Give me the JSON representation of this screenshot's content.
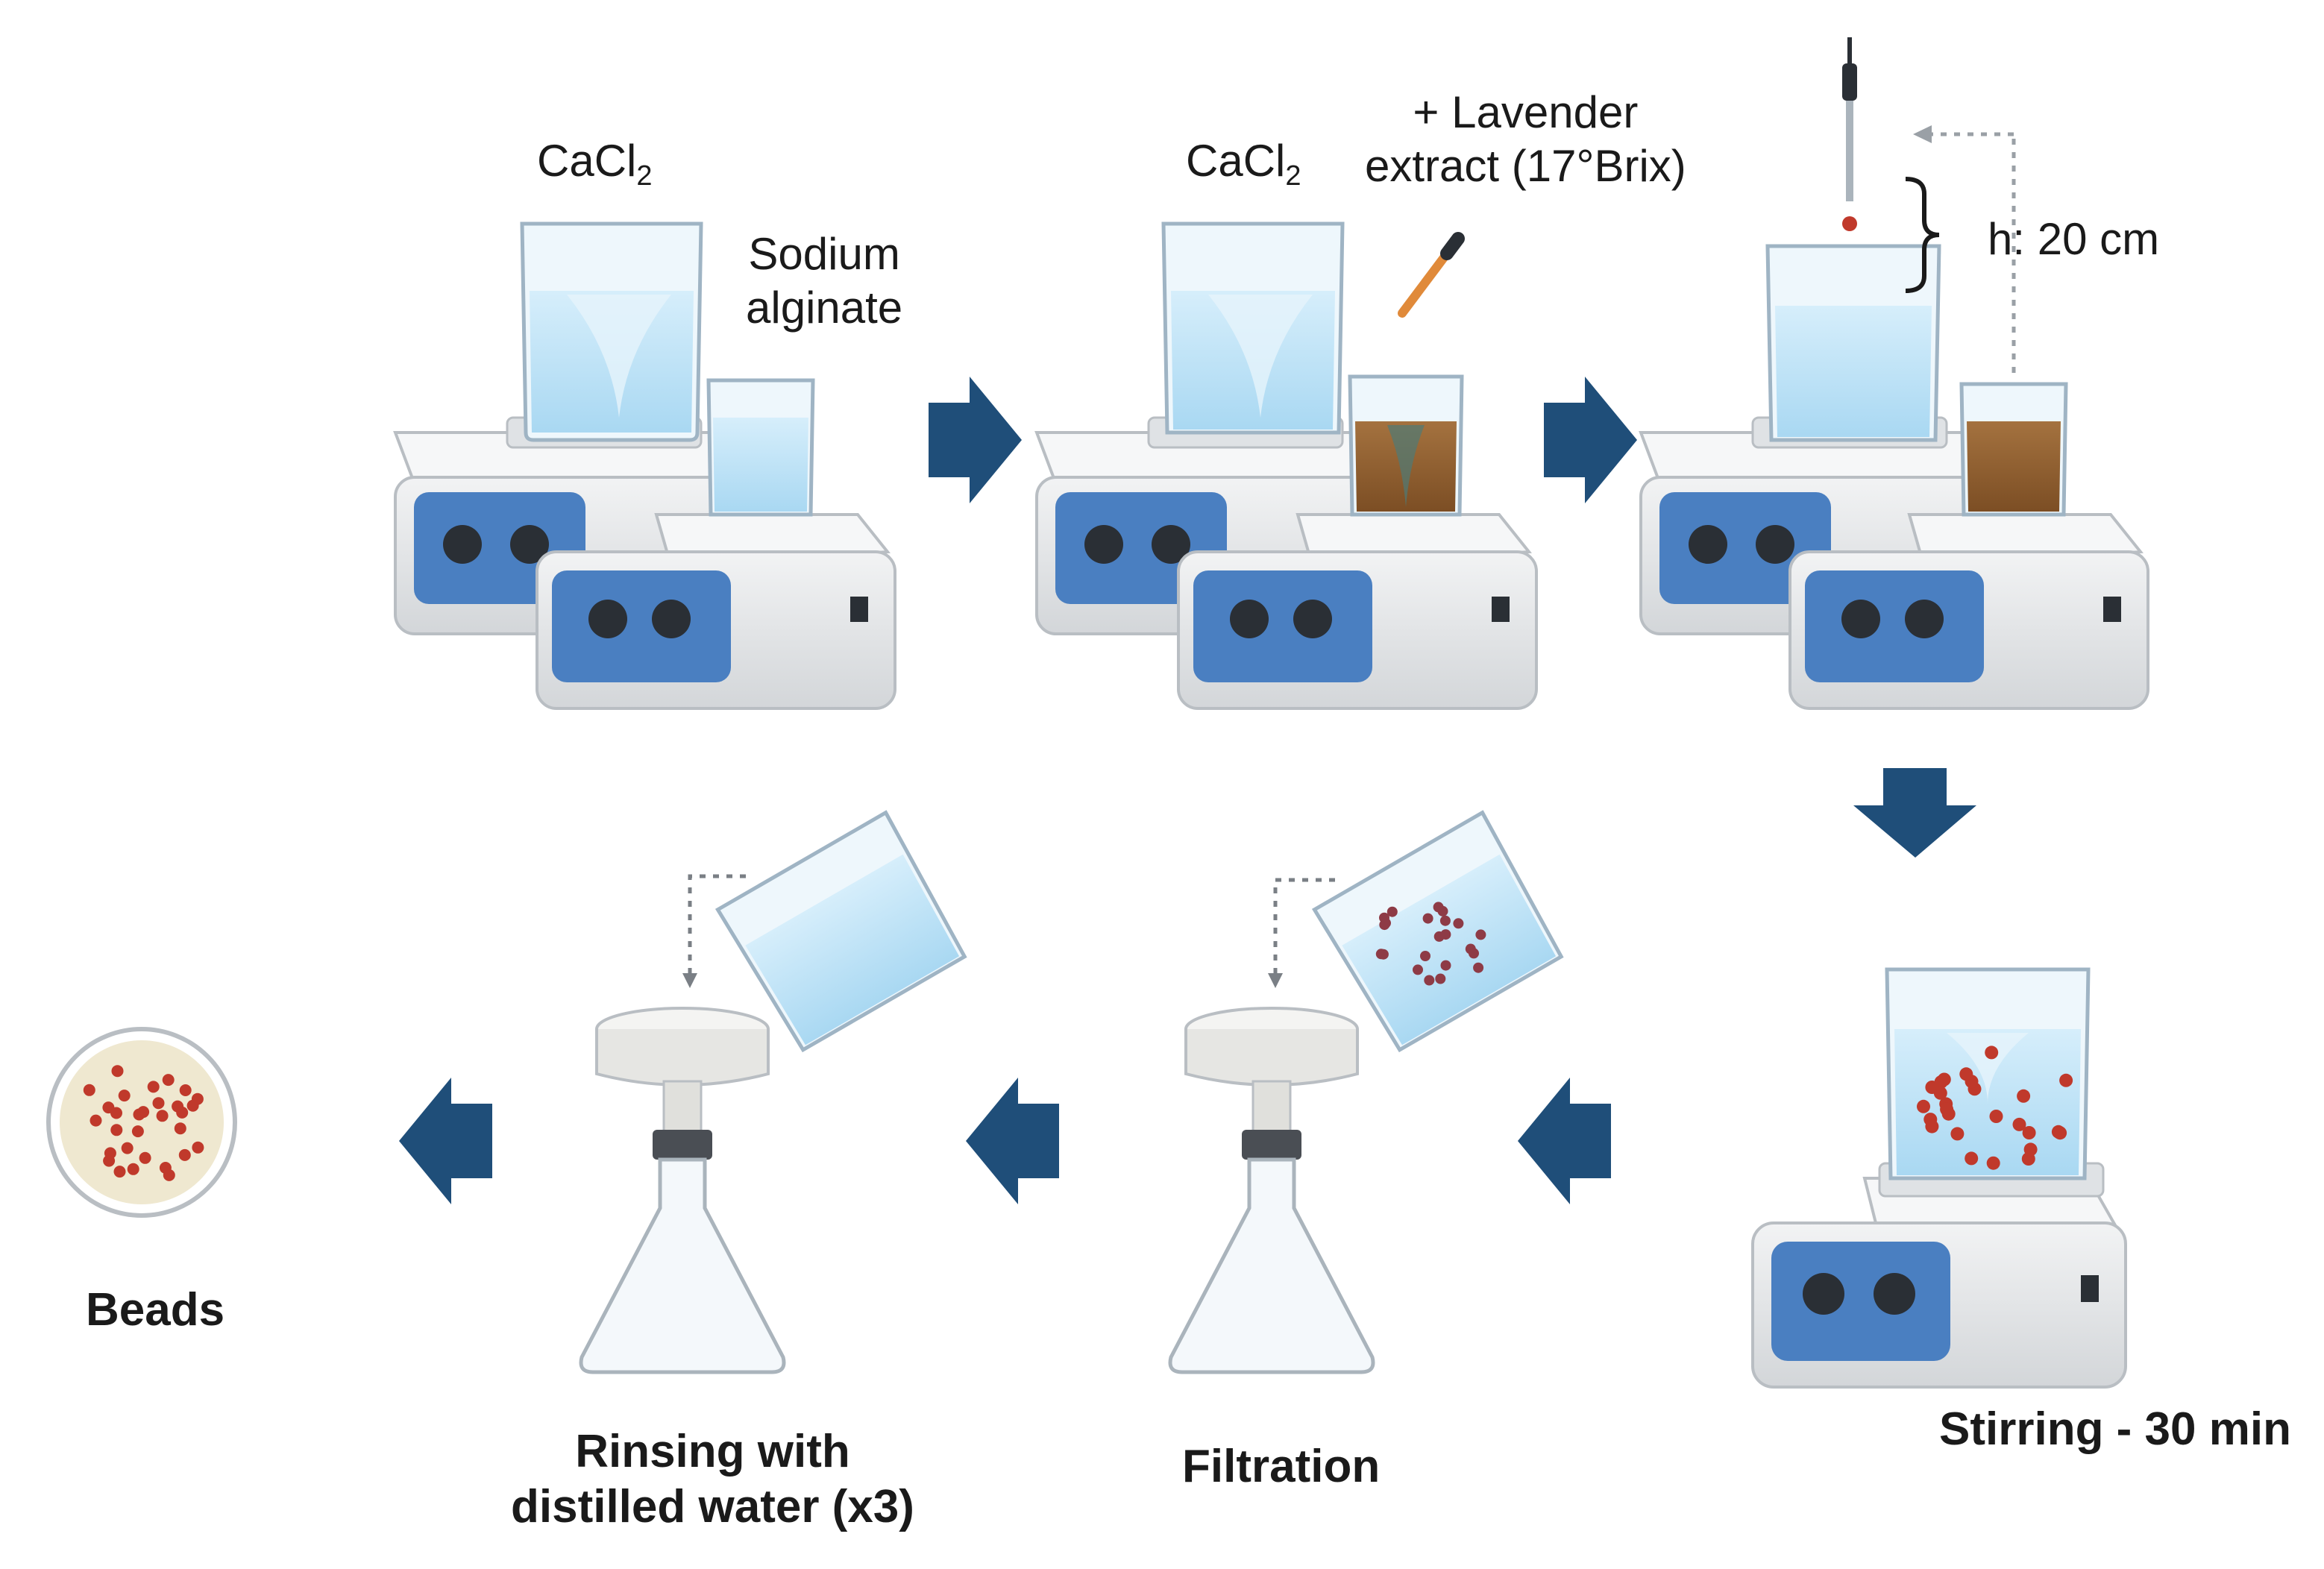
{
  "steps": {
    "s1": {
      "cacl2_main": "CaCl",
      "cacl2_sub": "2",
      "alginate_line1": "Sodium",
      "alginate_line2": "alginate"
    },
    "s2": {
      "cacl2_main": "CaCl",
      "cacl2_sub": "2",
      "extract_line1": "+ Lavender",
      "extract_line2": "extract (17°Brix)"
    },
    "s3": {
      "height": "h: 20 cm"
    },
    "s4": {
      "label": "Stirring - 30 min"
    },
    "s5": {
      "label": "Filtration"
    },
    "s6": {
      "line1": "Rinsing with",
      "line2": "distilled water (x3)"
    },
    "s7": {
      "label": "Beads"
    }
  },
  "colors": {
    "arrow": "#1f4e79",
    "liquid": "#bfe2f5",
    "extract": "#8b5a2b",
    "stirrer_panel": "#4a7fc1",
    "stirrer_body": "#e6e8ea",
    "bead": "#c0392b",
    "dish": "#efe8d0"
  }
}
